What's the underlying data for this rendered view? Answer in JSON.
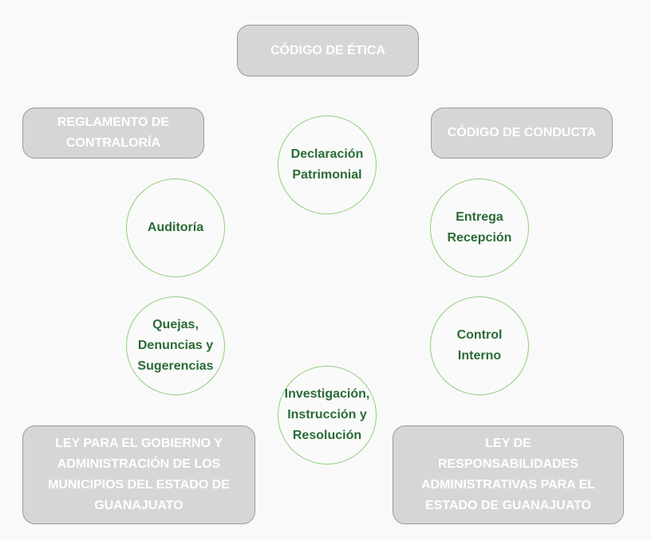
{
  "boxes": {
    "codigo_etica": "CÓDIGO DE ÉTICA",
    "reglamento": "REGLAMENTO DE CONTRALORÍA",
    "codigo_conducta": "CÓDIGO DE CONDUCTA",
    "ley_gobierno": "LEY PARA EL GOBIERNO Y ADMINISTRACIÓN DE LOS MUNICIPIOS DEL ESTADO DE GUANAJUATO",
    "ley_responsabilidades": "LEY DE RESPONSABILIDADES ADMINISTRATIVAS PARA EL ESTADO DE GUANAJUATO"
  },
  "circles": {
    "declaracion": "Declaración\nPatrimonial",
    "auditoria": "Auditoría",
    "entrega": "Entrega\nRecepción",
    "quejas": "Quejas,\nDenuncias y\nSugerencias",
    "control": "Control\nInterno",
    "investigacion": "Investigación,\nInstrucción y\nResolución"
  }
}
